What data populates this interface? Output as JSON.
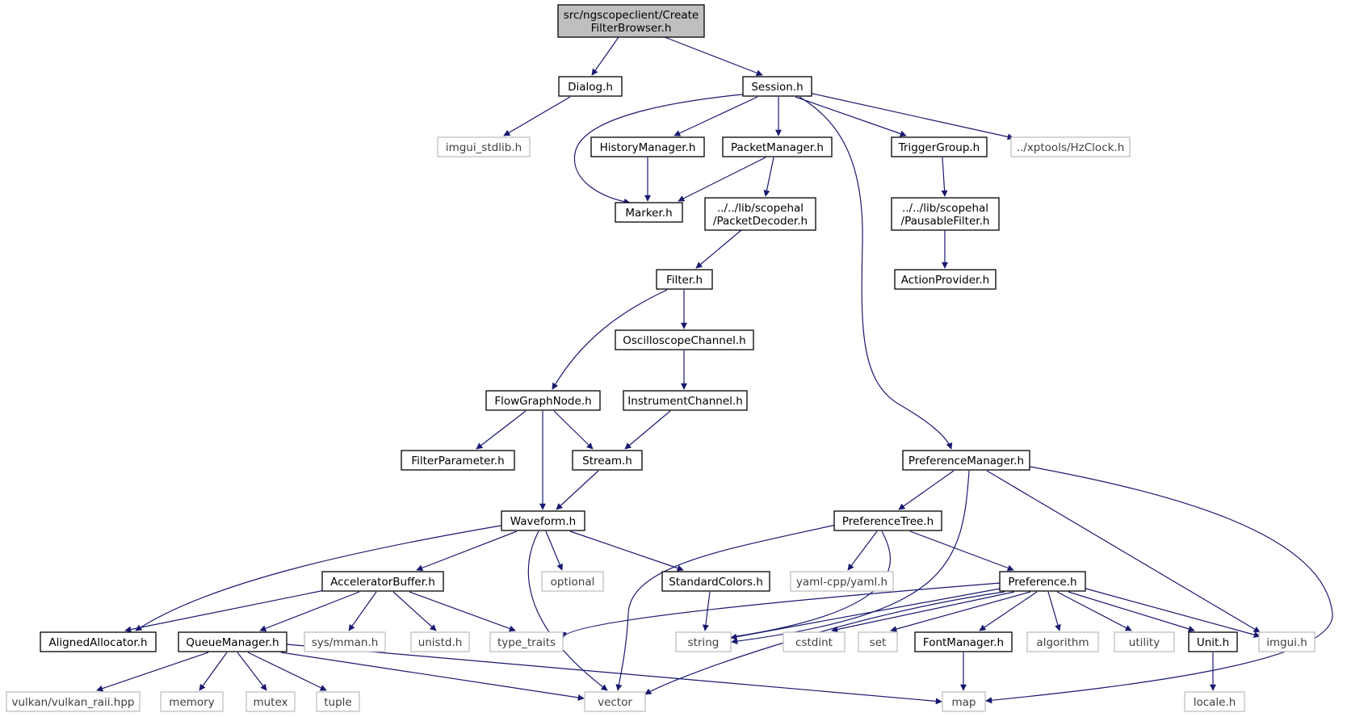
{
  "graph": {
    "root": {
      "label": [
        "src/ngscopeclient/Create",
        "FilterBrowser.h"
      ]
    },
    "nodes": {
      "dialog": {
        "label": "Dialog.h"
      },
      "session": {
        "label": "Session.h"
      },
      "imgui_stdlib": {
        "label": "imgui_stdlib.h"
      },
      "history_manager": {
        "label": "HistoryManager.h"
      },
      "packet_manager": {
        "label": "PacketManager.h"
      },
      "trigger_group": {
        "label": "TriggerGroup.h"
      },
      "hzclock": {
        "label": "../xptools/HzClock.h"
      },
      "marker": {
        "label": "Marker.h"
      },
      "packet_decoder": {
        "label": [
          "../../lib/scopehal",
          "/PacketDecoder.h"
        ]
      },
      "pausable_filter": {
        "label": [
          "../../lib/scopehal",
          "/PausableFilter.h"
        ]
      },
      "filter": {
        "label": "Filter.h"
      },
      "action_provider": {
        "label": "ActionProvider.h"
      },
      "oscilloscope_channel": {
        "label": "OscilloscopeChannel.h"
      },
      "flow_graph_node": {
        "label": "FlowGraphNode.h"
      },
      "instrument_channel": {
        "label": "InstrumentChannel.h"
      },
      "filter_parameter": {
        "label": "FilterParameter.h"
      },
      "stream": {
        "label": "Stream.h"
      },
      "preference_manager": {
        "label": "PreferenceManager.h"
      },
      "waveform": {
        "label": "Waveform.h"
      },
      "preference_tree": {
        "label": "PreferenceTree.h"
      },
      "accelerator_buffer": {
        "label": "AcceleratorBuffer.h"
      },
      "optional": {
        "label": "optional"
      },
      "standard_colors": {
        "label": "StandardColors.h"
      },
      "yaml": {
        "label": "yaml-cpp/yaml.h"
      },
      "preference": {
        "label": "Preference.h"
      },
      "aligned_allocator": {
        "label": "AlignedAllocator.h"
      },
      "queue_manager": {
        "label": "QueueManager.h"
      },
      "sys_mman": {
        "label": "sys/mman.h"
      },
      "unistd": {
        "label": "unistd.h"
      },
      "type_traits": {
        "label": "type_traits"
      },
      "string": {
        "label": "string"
      },
      "cstdint": {
        "label": "cstdint"
      },
      "set": {
        "label": "set"
      },
      "font_manager": {
        "label": "FontManager.h"
      },
      "algorithm": {
        "label": "algorithm"
      },
      "utility": {
        "label": "utility"
      },
      "unit": {
        "label": "Unit.h"
      },
      "imgui": {
        "label": "imgui.h"
      },
      "vulkan_raii": {
        "label": "vulkan/vulkan_raii.hpp"
      },
      "memory": {
        "label": "memory"
      },
      "mutex": {
        "label": "mutex"
      },
      "tuple": {
        "label": "tuple"
      },
      "vector": {
        "label": "vector"
      },
      "map": {
        "label": "map"
      },
      "locale": {
        "label": "locale.h"
      }
    }
  }
}
